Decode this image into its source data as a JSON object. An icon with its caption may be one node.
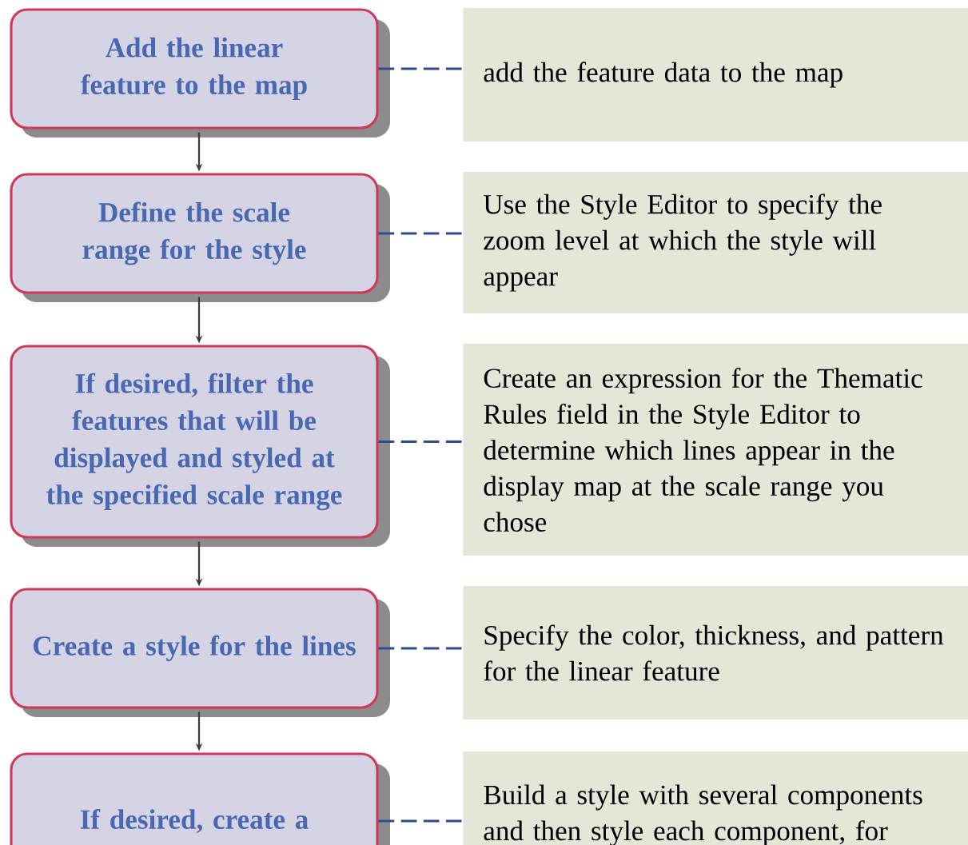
{
  "diagram": {
    "nodes": [
      {
        "text": [
          "Add the linear feature to the map"
        ]
      },
      {
        "text": [
          "add the feature data to the map"
        ]
      },
      {
        "text": [
          "Define the scale range for the style"
        ]
      },
      {
        "text": [
          "Use the Style Editor to specify the zoom level at which the style will appear"
        ]
      },
      {
        "text": [
          "If desired, filter the features that will be displayed and styled at the specified scale range"
        ]
      },
      {
        "text": [
          "Create an expression for the Thematic Rules field in the Style Editor to determine which lines appear in the display map at the scale range you chose"
        ]
      },
      {
        "text": [
          "Create a style for the lines"
        ]
      },
      {
        "text": [
          "Specify the color, thickness, and pattern for the linear feature"
        ]
      },
      {
        "text": [
          "If desired, create a"
        ]
      },
      {
        "text": [
          "Build a style with several components and then style each component, for"
        ]
      }
    ],
    "edges": [
      {
        "from": 0,
        "to": 1,
        "arrow": "none",
        "style": "dashed"
      },
      {
        "from": 0,
        "to": 2,
        "arrow": "to",
        "color": "#3c3c3c"
      },
      {
        "from": 2,
        "to": 3,
        "arrow": "none",
        "style": "dashed"
      },
      {
        "from": 2,
        "to": 4,
        "arrow": "to",
        "color": "#3c3c3c"
      },
      {
        "from": 4,
        "to": 5,
        "arrow": "none",
        "style": "dashed"
      },
      {
        "from": 4,
        "to": 6,
        "arrow": "to",
        "color": "#3c3c3c"
      },
      {
        "from": 6,
        "to": 7,
        "arrow": "none",
        "style": "dashed"
      },
      {
        "from": 6,
        "to": 8,
        "arrow": "to",
        "color": "#3c3c3c"
      },
      {
        "from": 8,
        "to": 9,
        "arrow": "none",
        "style": "dashed"
      }
    ]
  }
}
